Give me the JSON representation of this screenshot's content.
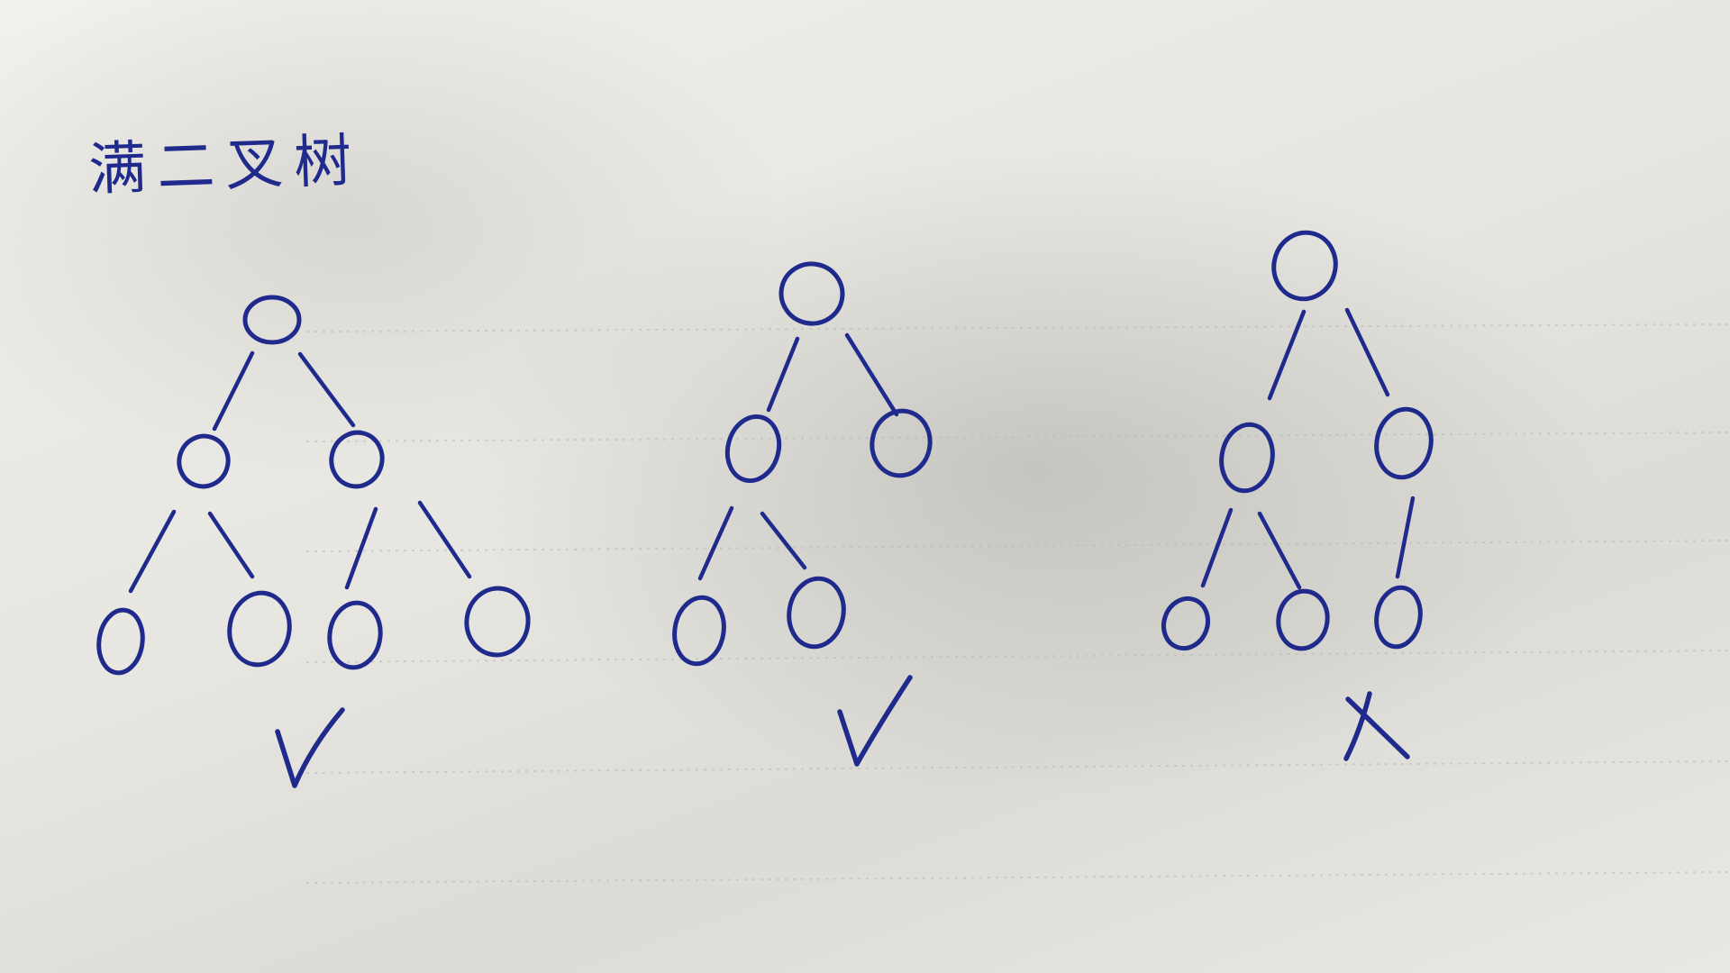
{
  "title": "满二叉树",
  "ink_color": "#1f2a8c",
  "trees": [
    {
      "id": "tree-1",
      "verdict": "check-mark"
    },
    {
      "id": "tree-2",
      "verdict": "check-mark"
    },
    {
      "id": "tree-3",
      "verdict": "cross-mark"
    }
  ]
}
